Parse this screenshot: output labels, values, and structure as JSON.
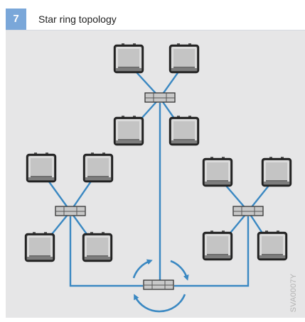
{
  "figure": {
    "number": "7",
    "title": "Star ring topology",
    "code": "SVA0007Y"
  },
  "colors": {
    "badge": "#7aa7d9",
    "cable": "#3a88c2",
    "panel": "#e6e6e7"
  },
  "topology": {
    "ring_switch": "center-bottom",
    "star_groups": [
      "top",
      "left",
      "right"
    ],
    "devices_per_group": 4
  }
}
